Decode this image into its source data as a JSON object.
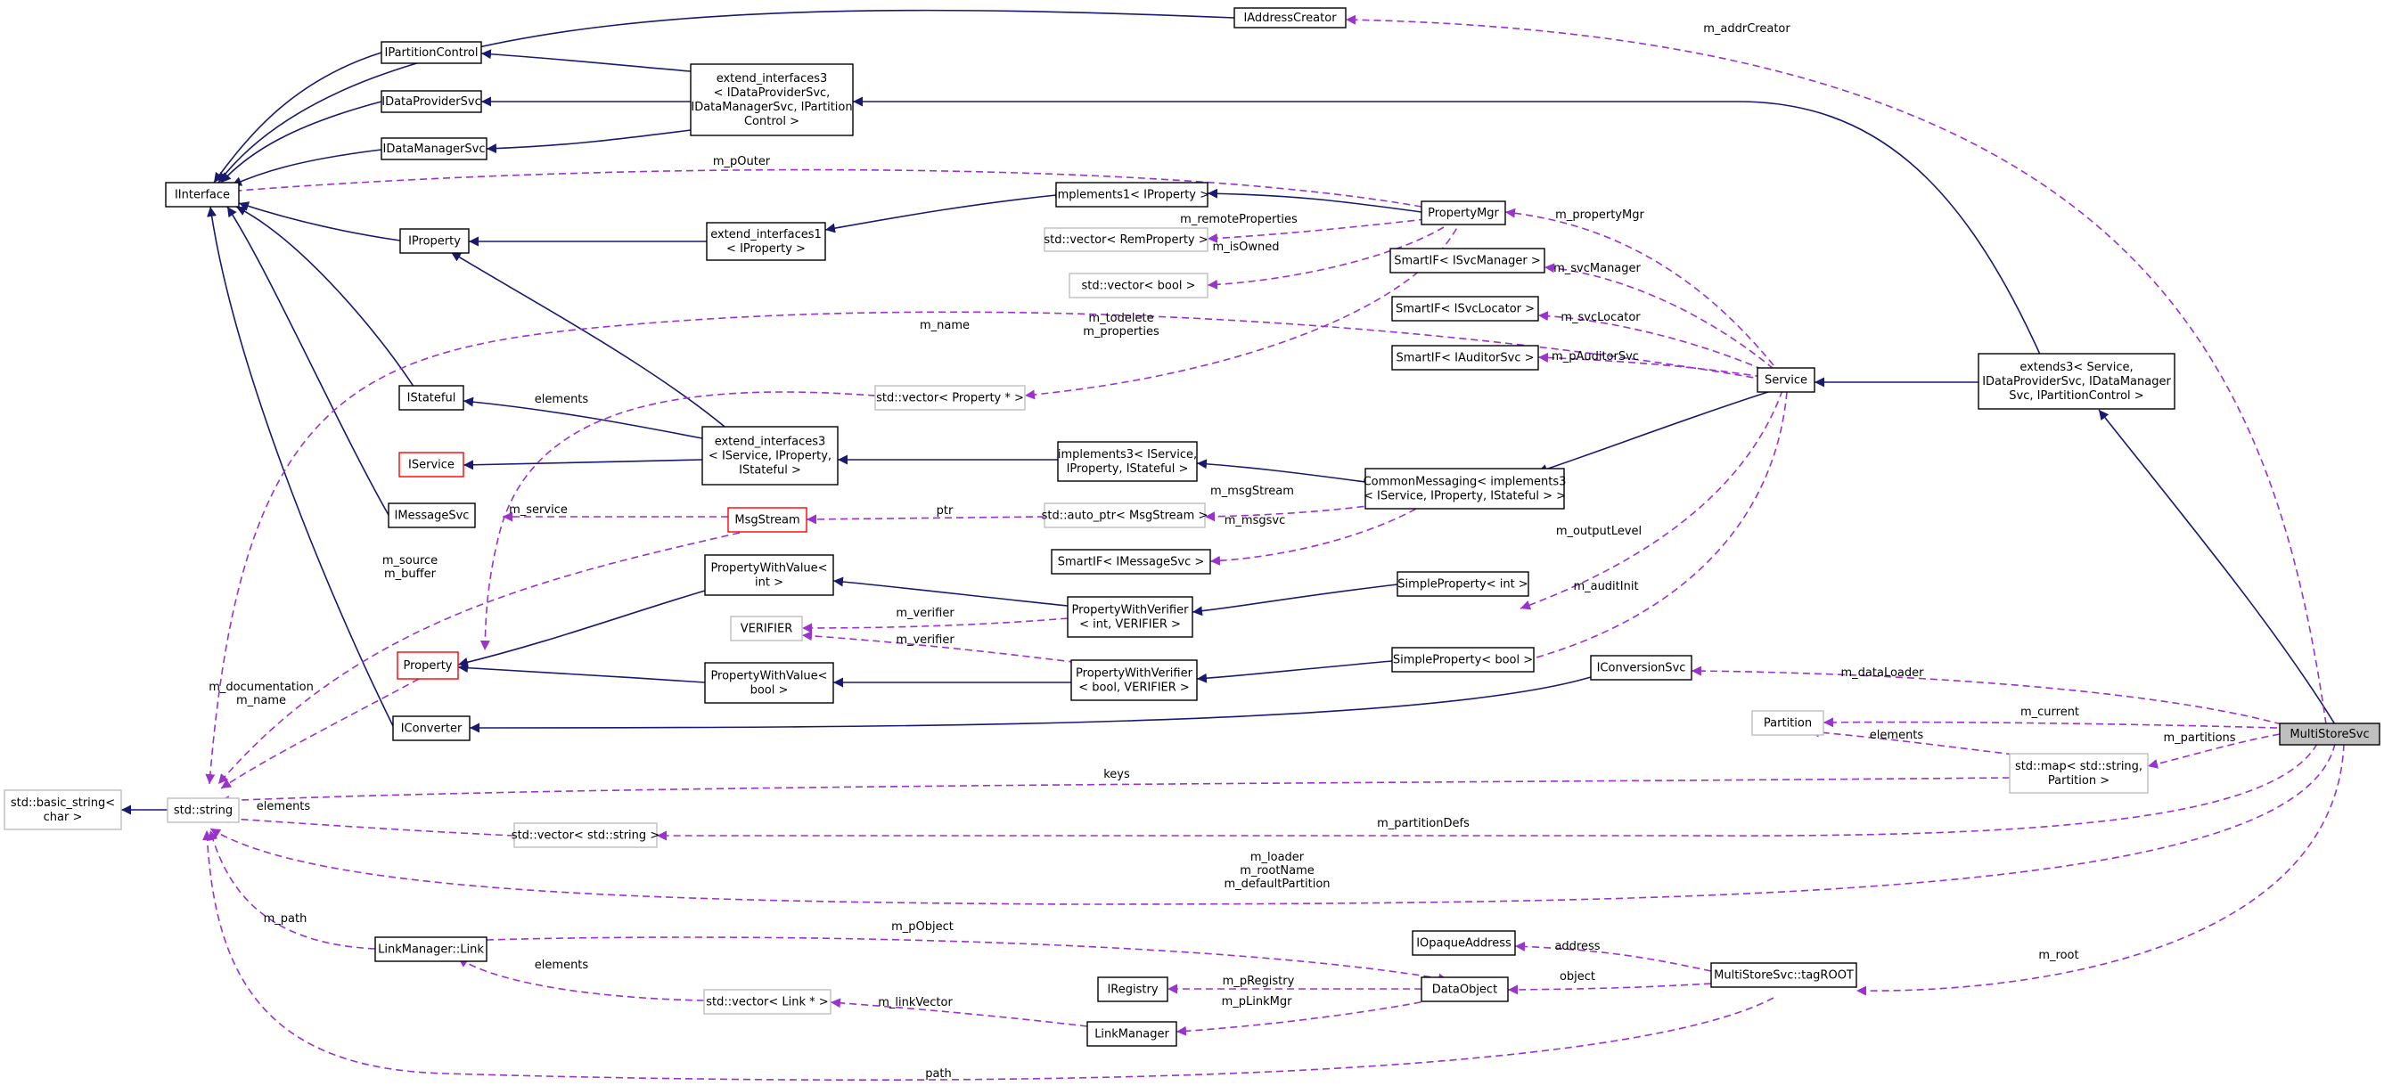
{
  "colors": {
    "inherit": "#191970",
    "use": "#9a32cd",
    "gray_box": "#bfbfbf",
    "red_box": "#ff0000",
    "focus_fill": "#bfbfbf"
  },
  "nodes": [
    {
      "id": "IAddressCreator",
      "lines": [
        "IAddressCreator"
      ],
      "style": "normal"
    },
    {
      "id": "IPartitionControl",
      "lines": [
        "IPartitionControl"
      ],
      "style": "normal"
    },
    {
      "id": "IDataProviderSvc",
      "lines": [
        "IDataProviderSvc"
      ],
      "style": "normal"
    },
    {
      "id": "IDataManagerSvc",
      "lines": [
        "IDataManagerSvc"
      ],
      "style": "normal"
    },
    {
      "id": "ext3a",
      "lines": [
        "extend_interfaces3",
        "< IDataProviderSvc,",
        "IDataManagerSvc, IPartition",
        "Control >"
      ],
      "style": "normal"
    },
    {
      "id": "IInterface",
      "lines": [
        "IInterface"
      ],
      "style": "normal"
    },
    {
      "id": "impl1",
      "lines": [
        "implements1< IProperty >"
      ],
      "style": "normal"
    },
    {
      "id": "PropertyMgr",
      "lines": [
        "PropertyMgr"
      ],
      "style": "normal"
    },
    {
      "id": "vecRem",
      "lines": [
        "std::vector< RemProperty >"
      ],
      "style": "gray"
    },
    {
      "id": "IProperty",
      "lines": [
        "IProperty"
      ],
      "style": "normal"
    },
    {
      "id": "ext1",
      "lines": [
        "extend_interfaces1",
        "< IProperty >"
      ],
      "style": "normal"
    },
    {
      "id": "vecBool",
      "lines": [
        "std::vector< bool >"
      ],
      "style": "gray"
    },
    {
      "id": "SmartSvcMgr",
      "lines": [
        "SmartIF< ISvcManager >"
      ],
      "style": "normal"
    },
    {
      "id": "SmartSvcLoc",
      "lines": [
        "SmartIF< ISvcLocator >"
      ],
      "style": "normal"
    },
    {
      "id": "SmartAud",
      "lines": [
        "SmartIF< IAuditorSvc >"
      ],
      "style": "normal"
    },
    {
      "id": "Service",
      "lines": [
        "Service"
      ],
      "style": "normal"
    },
    {
      "id": "ext3b",
      "lines": [
        "extends3< Service,",
        "IDataProviderSvc, IDataManager",
        "Svc, IPartitionControl >"
      ],
      "style": "normal"
    },
    {
      "id": "IStateful",
      "lines": [
        "IStateful"
      ],
      "style": "normal"
    },
    {
      "id": "vecProp",
      "lines": [
        "std::vector< Property * >"
      ],
      "style": "gray"
    },
    {
      "id": "IService",
      "lines": [
        "IService"
      ],
      "style": "red"
    },
    {
      "id": "ext3c",
      "lines": [
        "extend_interfaces3",
        "< IService, IProperty,",
        "IStateful >"
      ],
      "style": "normal"
    },
    {
      "id": "impl3",
      "lines": [
        "implements3< IService,",
        "IProperty, IStateful >"
      ],
      "style": "normal"
    },
    {
      "id": "CommonMsg",
      "lines": [
        "CommonMessaging< implements3",
        "< IService, IProperty, IStateful > >"
      ],
      "style": "normal"
    },
    {
      "id": "IMessageSvc",
      "lines": [
        "IMessageSvc"
      ],
      "style": "normal"
    },
    {
      "id": "MsgStream",
      "lines": [
        "MsgStream"
      ],
      "style": "red"
    },
    {
      "id": "autoPtr",
      "lines": [
        "std::auto_ptr< MsgStream >"
      ],
      "style": "gray"
    },
    {
      "id": "SmartMsg",
      "lines": [
        "SmartIF< IMessageSvc >"
      ],
      "style": "normal"
    },
    {
      "id": "PWVint",
      "lines": [
        "PropertyWithValue<",
        "int >"
      ],
      "style": "normal"
    },
    {
      "id": "SPint",
      "lines": [
        "SimpleProperty< int >"
      ],
      "style": "normal"
    },
    {
      "id": "VERIFIER",
      "lines": [
        "VERIFIER"
      ],
      "style": "gray"
    },
    {
      "id": "PWVerInt",
      "lines": [
        "PropertyWithVerifier",
        "< int, VERIFIER >"
      ],
      "style": "normal"
    },
    {
      "id": "Property",
      "lines": [
        "Property"
      ],
      "style": "red"
    },
    {
      "id": "SPbool",
      "lines": [
        "SimpleProperty< bool >"
      ],
      "style": "normal"
    },
    {
      "id": "IConversionSvc",
      "lines": [
        "IConversionSvc"
      ],
      "style": "normal"
    },
    {
      "id": "PWVbool",
      "lines": [
        "PropertyWithValue<",
        "bool >"
      ],
      "style": "normal"
    },
    {
      "id": "PWVerBool",
      "lines": [
        "PropertyWithVerifier",
        "< bool, VERIFIER >"
      ],
      "style": "normal"
    },
    {
      "id": "IConverter",
      "lines": [
        "IConverter"
      ],
      "style": "normal"
    },
    {
      "id": "Partition",
      "lines": [
        "Partition"
      ],
      "style": "gray"
    },
    {
      "id": "MultiStoreSvc",
      "lines": [
        "MultiStoreSvc"
      ],
      "style": "focus"
    },
    {
      "id": "basicString",
      "lines": [
        "std::basic_string<",
        "char >"
      ],
      "style": "gray"
    },
    {
      "id": "stdString",
      "lines": [
        "std::string"
      ],
      "style": "gray"
    },
    {
      "id": "mapPart",
      "lines": [
        "std::map< std::string,",
        "Partition >"
      ],
      "style": "gray"
    },
    {
      "id": "vecString",
      "lines": [
        "std::vector< std::string >"
      ],
      "style": "gray"
    },
    {
      "id": "IOpaque",
      "lines": [
        "IOpaqueAddress"
      ],
      "style": "normal"
    },
    {
      "id": "LinkMgrLink",
      "lines": [
        "LinkManager::Link"
      ],
      "style": "normal"
    },
    {
      "id": "tagROOT",
      "lines": [
        "MultiStoreSvc::tagROOT"
      ],
      "style": "normal"
    },
    {
      "id": "IRegistry",
      "lines": [
        "IRegistry"
      ],
      "style": "normal"
    },
    {
      "id": "DataObject",
      "lines": [
        "DataObject"
      ],
      "style": "normal"
    },
    {
      "id": "vecLink",
      "lines": [
        "std::vector< Link * >"
      ],
      "style": "gray"
    },
    {
      "id": "LinkManager",
      "lines": [
        "LinkManager"
      ],
      "style": "normal"
    }
  ],
  "edge_labels": {
    "m_addrCreator": [
      "m_addrCreator"
    ],
    "m_pOuter": [
      "m_pOuter"
    ],
    "m_propertyMgr": [
      "m_propertyMgr"
    ],
    "m_remoteProperties": [
      "m_remoteProperties"
    ],
    "m_isOwned": [
      "m_isOwned"
    ],
    "m_svcManager": [
      "m_svcManager"
    ],
    "m_todelete": [
      "m_todelete",
      "m_properties"
    ],
    "m_name_top": [
      "m_name"
    ],
    "m_svcLocator": [
      "m_svcLocator"
    ],
    "m_pAuditorSvc": [
      "m_pAuditorSvc"
    ],
    "elements_prop": [
      "elements"
    ],
    "m_msgStream": [
      "m_msgStream"
    ],
    "m_service": [
      "m_service"
    ],
    "ptr": [
      "ptr"
    ],
    "m_msgsvc": [
      "m_msgsvc"
    ],
    "m_outputLevel": [
      "m_outputLevel"
    ],
    "m_source": [
      "m_source",
      "m_buffer"
    ],
    "m_auditInit": [
      "m_auditInit"
    ],
    "m_verifier1": [
      "m_verifier"
    ],
    "m_verifier2": [
      "m_verifier"
    ],
    "m_documentation": [
      "m_documentation",
      "m_name"
    ],
    "m_dataLoader": [
      "m_dataLoader"
    ],
    "m_current": [
      "m_current"
    ],
    "elements_part": [
      "elements"
    ],
    "m_partitions": [
      "m_partitions"
    ],
    "keys": [
      "keys"
    ],
    "elements_str": [
      "elements"
    ],
    "m_partitionDefs": [
      "m_partitionDefs"
    ],
    "m_loader": [
      "m_loader",
      "m_rootName",
      "m_defaultPartition"
    ],
    "m_path": [
      "m_path"
    ],
    "m_pObject": [
      "m_pObject"
    ],
    "elements_link": [
      "elements"
    ],
    "address": [
      "address"
    ],
    "m_root": [
      "m_root"
    ],
    "m_pRegistry": [
      "m_pRegistry"
    ],
    "object": [
      "object"
    ],
    "m_linkVector": [
      "m_linkVector"
    ],
    "m_pLinkMgr": [
      "m_pLinkMgr"
    ],
    "path": [
      "path"
    ]
  }
}
